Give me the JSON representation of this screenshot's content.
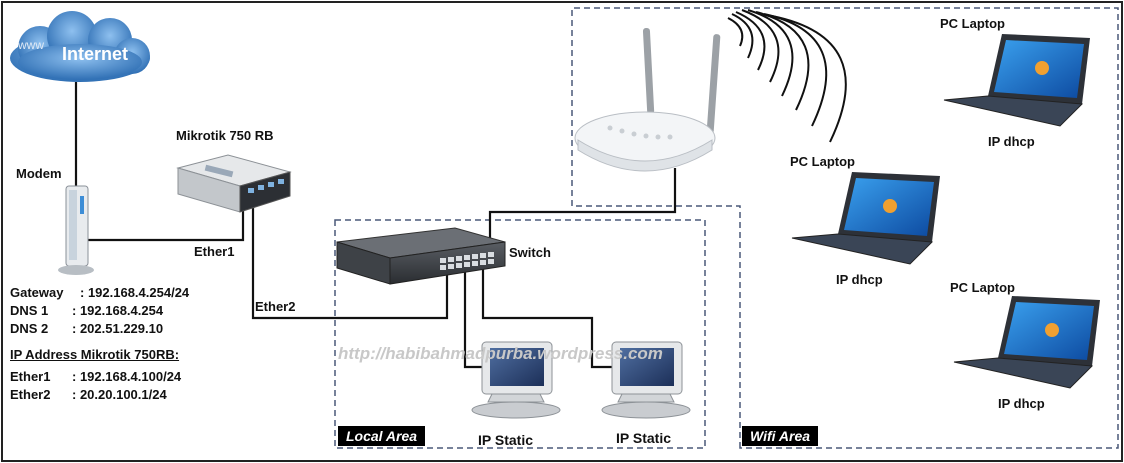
{
  "internet": {
    "cloud_label": "Internet",
    "www_label": "www"
  },
  "devices": {
    "modem_label": "Modem",
    "router_label": "Mikrotik 750 RB",
    "switch_label": "Switch",
    "ether1_label": "Ether1",
    "ether2_label": "Ether2"
  },
  "modem_info": {
    "gateway_key": "Gateway",
    "gateway_val": ": 192.168.4.254/24",
    "dns1_key": "DNS 1",
    "dns1_val": ": 192.168.4.254",
    "dns2_key": "DNS 2",
    "dns2_val": ": 202.51.229.10"
  },
  "mikrotik_info": {
    "title": "IP Address Mikrotik 750RB:",
    "ether1_key": "Ether1",
    "ether1_val": ": 192.168.4.100/24",
    "ether2_key": "Ether2",
    "ether2_val": ": 20.20.100.1/24"
  },
  "local_area": {
    "tag": "Local Area",
    "pc1_label": "IP Static",
    "pc2_label": "IP Static"
  },
  "wifi_area": {
    "tag": "Wifi  Area",
    "laptop1_name": "PC Laptop",
    "laptop1_ip": "IP dhcp",
    "laptop2_name": "PC Laptop",
    "laptop2_ip": "IP dhcp",
    "laptop3_name": "PC Laptop",
    "laptop3_ip": "IP dhcp"
  },
  "watermark": "http://habibahmadpurba.wordpress.com",
  "colors": {
    "cable": "#111111",
    "area_border": "#4a5878",
    "cloud": "#4a86c8",
    "laptop_screen": "#1f6fc4",
    "tag_bg": "#000000"
  }
}
